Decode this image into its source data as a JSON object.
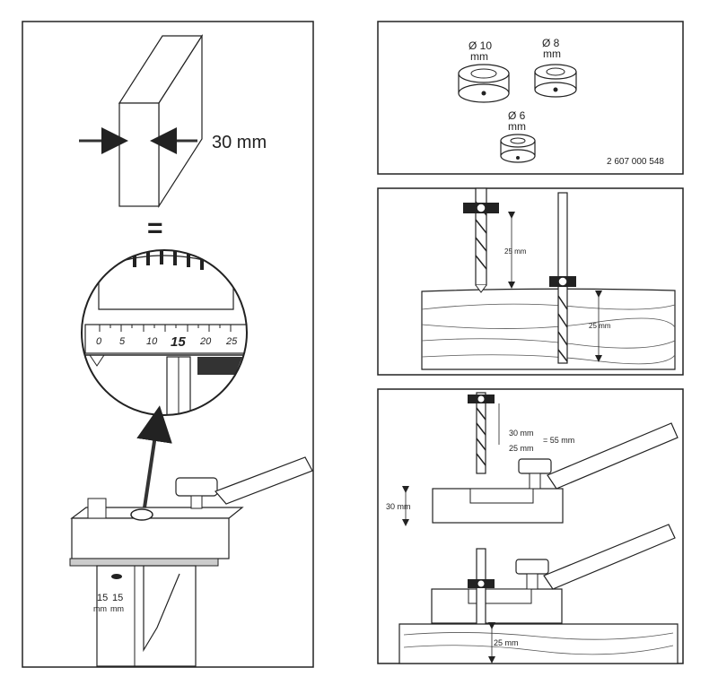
{
  "left_panel": {
    "thickness_label": "30 mm",
    "equals_sign": "=",
    "scale_ticks": [
      "0",
      "5",
      "10",
      "15",
      "20",
      "25"
    ],
    "side_label_1": "15",
    "side_label_2": "15",
    "side_unit_1": "mm",
    "side_unit_2": "mm"
  },
  "collars_panel": {
    "collar_10": {
      "line1": "Ø 10",
      "line2": "mm"
    },
    "collar_8": {
      "line1": "Ø 8",
      "line2": "mm"
    },
    "collar_6": {
      "line1": "Ø 6",
      "line2": "mm"
    },
    "part_number": "2 607 000 548"
  },
  "depth_panel": {
    "bit_depth_label": "25 mm",
    "wood_depth_label": "25 mm"
  },
  "dowel_panel": {
    "label_30": "30 mm",
    "label_25": "25 mm",
    "sum_label": "= 55 mm",
    "block_label": "30 mm",
    "bottom_label": "25 mm"
  },
  "colors": {
    "ink": "#222222",
    "paper": "#ffffff",
    "shade": "#555555"
  }
}
